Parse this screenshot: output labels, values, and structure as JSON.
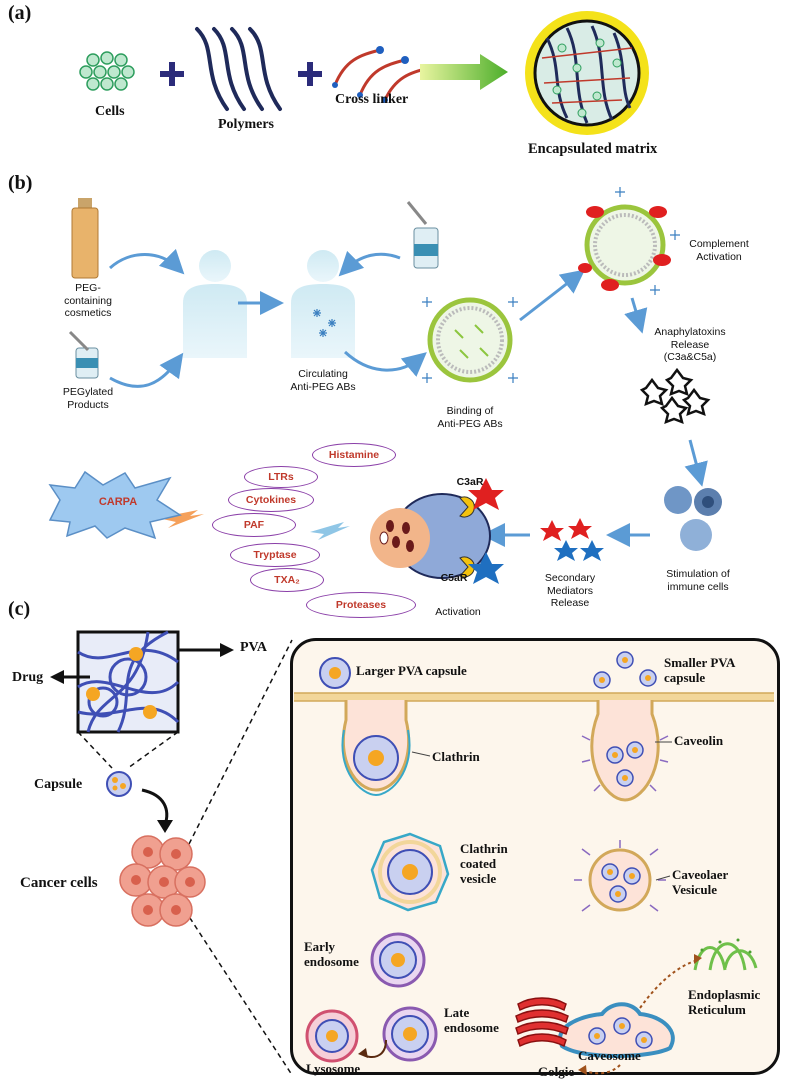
{
  "panels": {
    "a": "(a)",
    "b": "(b)",
    "c": "(c)"
  },
  "panel_a": {
    "cells": "Cells",
    "polymers": "Polymers",
    "cross_linker": "Cross linker",
    "encapsulated": "Encapsulated matrix"
  },
  "panel_b": {
    "peg_cosmetics": "PEG-\ncontaining\ncosmetics",
    "pegylated_products": "PEGylated\nProducts",
    "circulating_abs": "Circulating\nAnti-PEG ABs",
    "binding_abs": "Binding of\nAnti-PEG ABs",
    "complement_activation": "Complement\nActivation",
    "anaphylatoxins": "Anaphylatoxins\nRelease\n(C3a&C5a)",
    "stimulation": "Stimulation of\nimmune cells",
    "secondary": "Secondary\nMediators\nRelease",
    "activation": "Activation",
    "c3ar": "C3aR",
    "c5ar": "C5aR",
    "carpa": "CARPA",
    "mediators": [
      "Histamine",
      "LTRs",
      "Cytokines",
      "PAF",
      "Tryptase",
      "TXA₂",
      "Proteases"
    ]
  },
  "panel_c": {
    "pva": "PVA",
    "drug": "Drug",
    "capsule": "Capsule",
    "cancer_cells": "Cancer cells",
    "larger_capsule": "Larger PVA capsule",
    "smaller_capsule": "Smaller PVA\ncapsule",
    "clathrin": "Clathrin",
    "clathrin_vesicle": "Clathrin\ncoated\nvesicle",
    "caveolin": "Caveolin",
    "caveolaer_vesicle": "Caveolaer\nVesicule",
    "early_endosome": "Early\nendosome",
    "late_endosome": "Late\nendosome",
    "lysosome": "Lysosome",
    "caveosome": "Caveosome",
    "golgie": "Golgie",
    "er": "Endoplasmic\nReticulum"
  },
  "colors": {
    "arrow_blue": "#5b9bd5",
    "polymer_navy": "#1f2a5a",
    "mediator_red": "#c0392b",
    "capsule_orange": "#f5a623"
  }
}
